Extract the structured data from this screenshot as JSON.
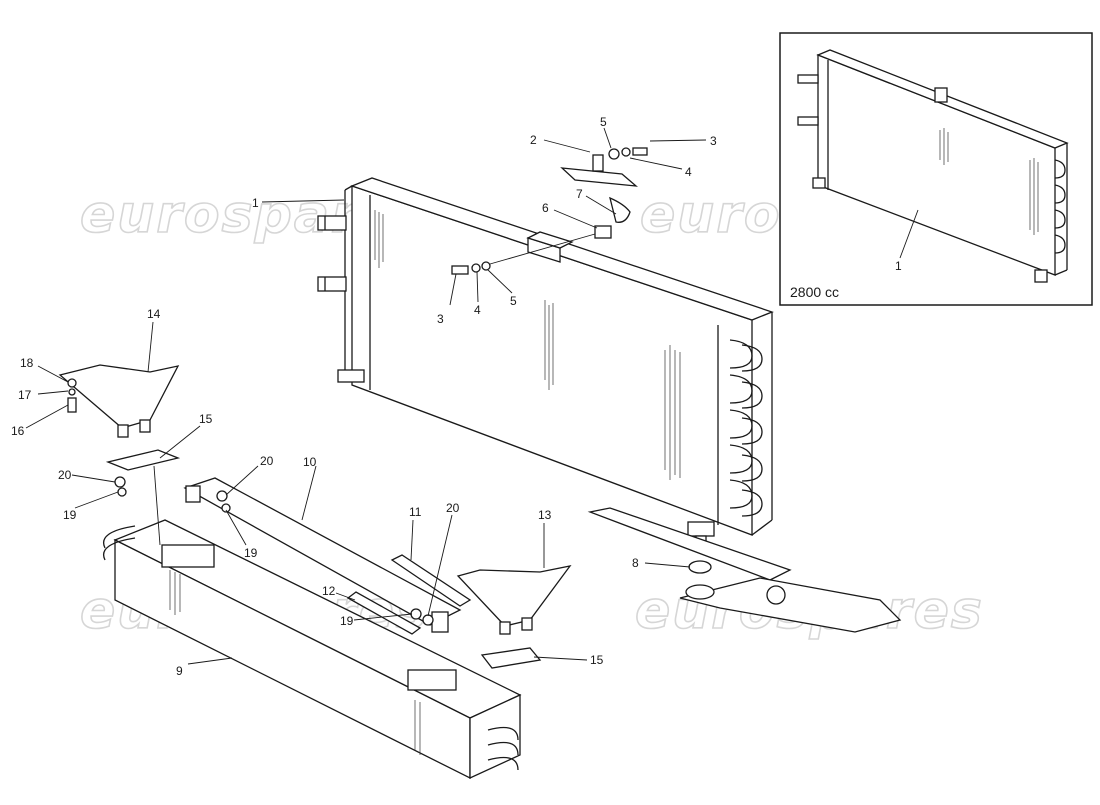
{
  "watermark_text": "eurospares",
  "inset": {
    "label": "2800 cc"
  },
  "callouts": {
    "c1": "1",
    "c2": "2",
    "c3": "3",
    "c4": "4",
    "c5": "5",
    "c6": "6",
    "c7": "7",
    "c8": "8",
    "c9": "9",
    "c10": "10",
    "c11": "11",
    "c12": "12",
    "c13": "13",
    "c14": "14",
    "c15": "15",
    "c16": "16",
    "c17": "17",
    "c18": "18",
    "c19": "19",
    "c20": "20"
  },
  "colors": {
    "line": "#1a1a1a",
    "watermark": "#d6d6d6",
    "background": "#ffffff"
  }
}
